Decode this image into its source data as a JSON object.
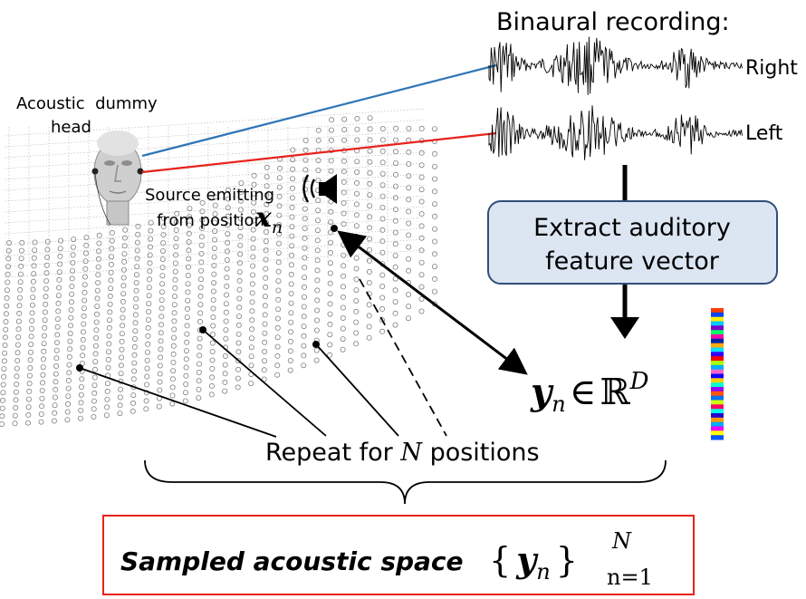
{
  "title": "Binaural recording:",
  "channels": {
    "right": "Right",
    "left": "Left"
  },
  "head_label": {
    "line1": "Acoustic  dummy",
    "line2": "head"
  },
  "source_label": {
    "line1": "Source emitting",
    "line2": "from position"
  },
  "source_symbol": {
    "main": "x",
    "sub": "n"
  },
  "process_box": {
    "line1": "Extract auditory",
    "line2": "feature vector"
  },
  "feature_symbol": {
    "main": "y",
    "sub": "n",
    "in": "∈",
    "space": "ℝ",
    "sup": "D"
  },
  "repeat_label": {
    "prefix": "Repeat for",
    "var": "N",
    "suffix": "positions"
  },
  "result": {
    "text": "Sampled acoustic space",
    "open": "{",
    "main": "y",
    "sub": "n",
    "close": "}",
    "sup": "N",
    "lower": "n=1"
  },
  "colors": {
    "right_line": "#2e75b6",
    "left_line": "#e8221b",
    "box_fill": "#dce6f2",
    "box_stroke": "#2f4f78",
    "result_stroke": "#e8221b",
    "grid": "#9a9a9a"
  },
  "feature_bar_colors": [
    "#ff3b00",
    "#0044ff",
    "#ffee00",
    "#00c8ff",
    "#7a00c8",
    "#00ff66",
    "#ff00aa",
    "#0022aa",
    "#ffaa00",
    "#00e0ff",
    "#3300ff",
    "#ff0000",
    "#aaff00",
    "#00b0ff",
    "#ff66cc",
    "#1100ff",
    "#ffd000",
    "#00ffcc",
    "#9900ff",
    "#ff5500",
    "#0070ff",
    "#ccff00",
    "#ff0066",
    "#00ffee",
    "#2200cc",
    "#ff9900",
    "#00aaff",
    "#ee00ff",
    "#ffff00",
    "#0055ff"
  ]
}
